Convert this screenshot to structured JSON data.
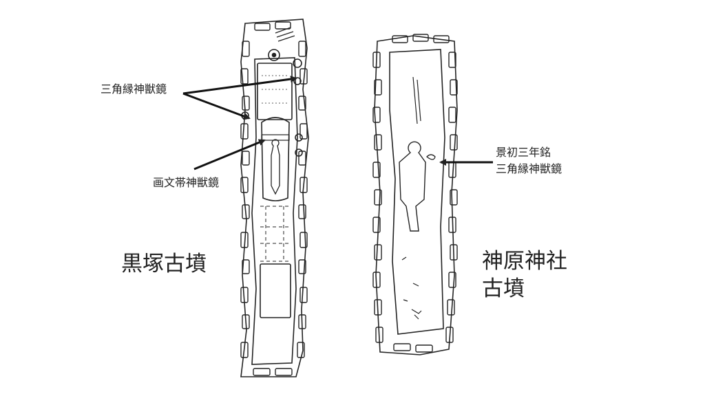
{
  "labels": {
    "mirror_triangular": "三角縁神獣鏡",
    "mirror_band": "画文帯神獣鏡",
    "mirror_keisho_line1": "景初三年銘",
    "mirror_keisho_line2": "三角縁神獣鏡",
    "tomb_kurozuka": "黒塚古墳",
    "tomb_kanbara_line1": "神原神社",
    "tomb_kanbara_line2": "古墳"
  },
  "colors": {
    "ink": "#222222",
    "background": "#ffffff"
  }
}
